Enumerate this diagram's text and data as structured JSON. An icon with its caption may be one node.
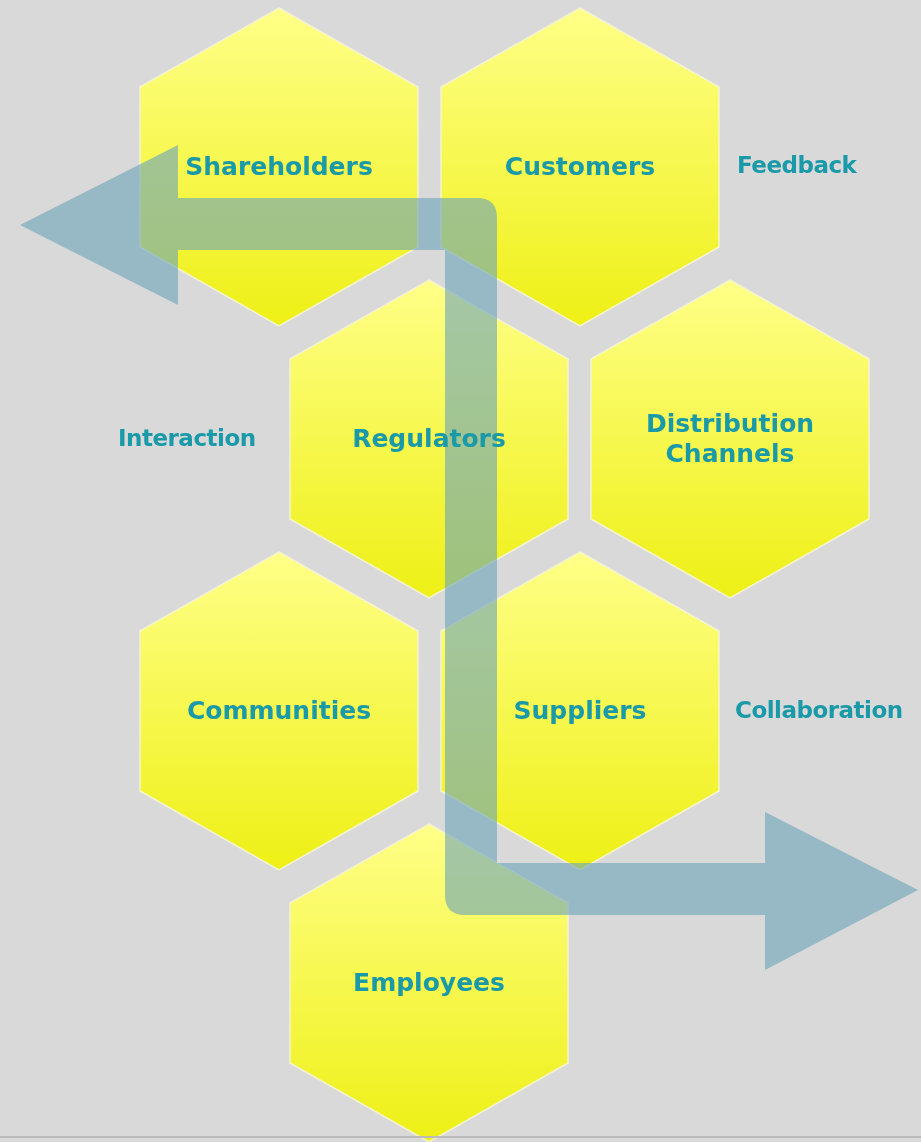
{
  "diagram": {
    "nodes": [
      {
        "text": [
          "Shareholders"
        ]
      },
      {
        "text": [
          "Customers"
        ]
      },
      {
        "text": [
          "Regulators"
        ]
      },
      {
        "text": [
          "Distribution Channels"
        ]
      },
      {
        "text": [
          "Communities"
        ]
      },
      {
        "text": [
          "Suppliers"
        ]
      },
      {
        "text": [
          "Employees"
        ]
      }
    ],
    "labels": [
      "Feedback",
      "Interaction",
      "Collaboration"
    ]
  }
}
